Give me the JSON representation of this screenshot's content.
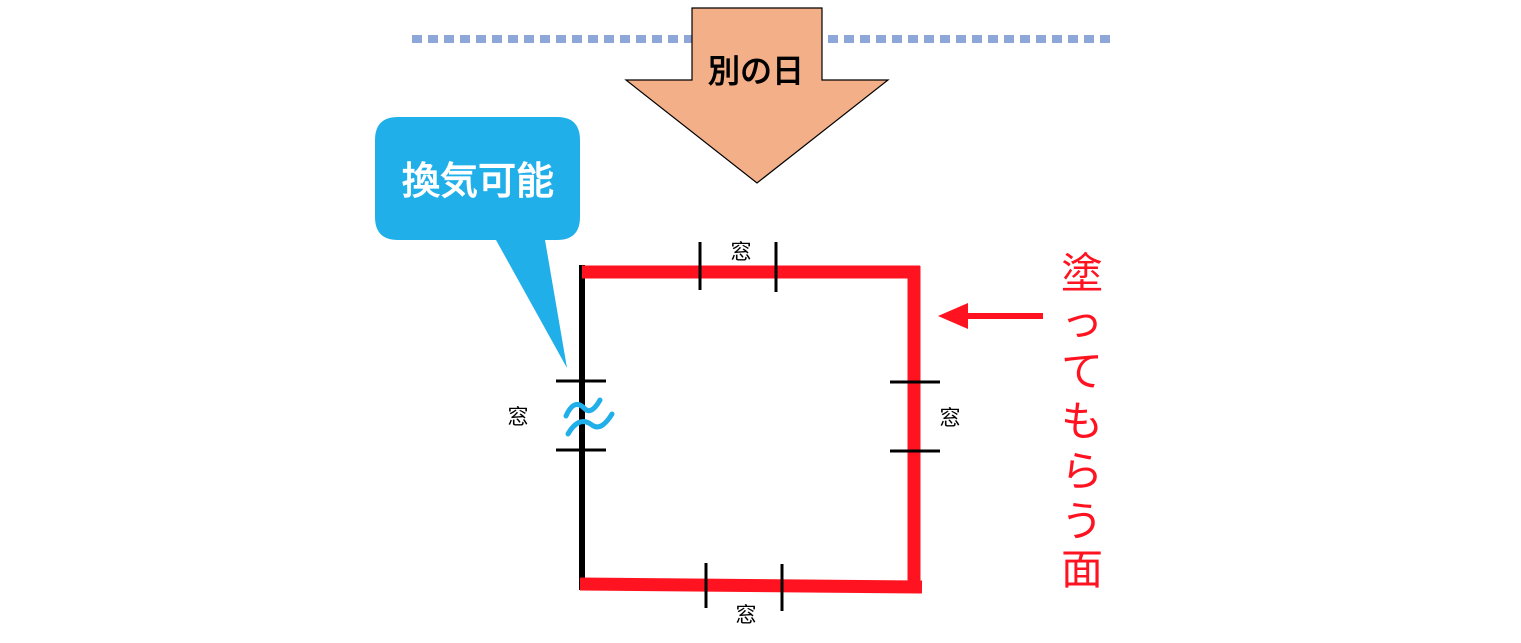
{
  "arrow_label": "別の日",
  "callout_text": "換気可能",
  "window_labels": {
    "top": "窓",
    "left": "窓",
    "right": "窓",
    "bottom": "窓"
  },
  "painted_label": "塗ってもらう面",
  "painted_label_chars": [
    "塗",
    "っ",
    "て",
    "も",
    "ら",
    "う",
    "面"
  ],
  "colors": {
    "divider": "#8ea6d8",
    "day_arrow_fill": "#f3b088",
    "callout_fill": "#21afea",
    "callout_text": "#ffffff",
    "painted_wall": "#ff1320",
    "wall": "#000000",
    "vent_icon": "#21afea",
    "painted_label": "#ff1320"
  },
  "icons": {
    "vent": "wind-icon",
    "pointer": "left-arrow-icon"
  }
}
